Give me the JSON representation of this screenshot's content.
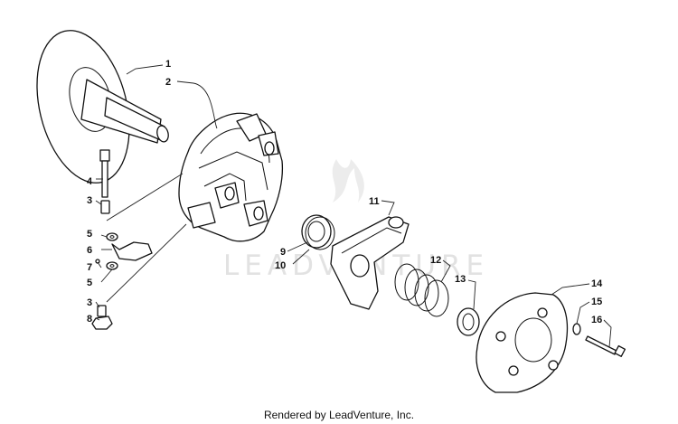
{
  "watermark": {
    "text": "LEADVENTURE"
  },
  "footer": {
    "text": "Rendered by LeadVenture, Inc."
  },
  "callouts": [
    {
      "id": "1",
      "label": "1"
    },
    {
      "id": "2",
      "label": "2"
    },
    {
      "id": "4",
      "label": "4"
    },
    {
      "id": "3a",
      "label": "3"
    },
    {
      "id": "5a",
      "label": "5"
    },
    {
      "id": "6",
      "label": "6"
    },
    {
      "id": "7",
      "label": "7"
    },
    {
      "id": "5b",
      "label": "5"
    },
    {
      "id": "3b",
      "label": "3"
    },
    {
      "id": "8",
      "label": "8"
    },
    {
      "id": "11",
      "label": "11"
    },
    {
      "id": "9",
      "label": "9"
    },
    {
      "id": "10",
      "label": "10"
    },
    {
      "id": "12",
      "label": "12"
    },
    {
      "id": "13",
      "label": "13"
    },
    {
      "id": "14",
      "label": "14"
    },
    {
      "id": "15",
      "label": "15"
    },
    {
      "id": "16",
      "label": "16"
    }
  ]
}
